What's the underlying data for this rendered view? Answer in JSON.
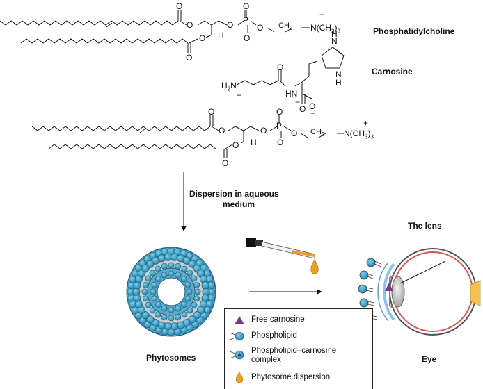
{
  "labels": {
    "phosphatidylcholine": "Phosphatidylcholine",
    "carnosine": "Carnosine",
    "step_line1": "Dispersion in aqueous",
    "step_line2": "medium",
    "phytosomes": "Phytosomes",
    "eye": "Eye",
    "the_lens": "The lens"
  },
  "chem": {
    "o": "O",
    "p": "P",
    "h": "H",
    "n": "N",
    "nh": "H",
    "plus": "+",
    "minus": "−",
    "trimethylammonium": "N(CH3)3",
    "ch2": "CH2",
    "h2n": "H2N",
    "hn": "HN"
  },
  "legend": {
    "items": [
      {
        "label": "Free carnosine",
        "icon": "triangle-icon"
      },
      {
        "label": "Phospholipid",
        "icon": "phospholipid-icon"
      },
      {
        "label": "Phospholipid–carnosine",
        "label2": "complex",
        "icon": "complex-icon"
      },
      {
        "label": "Phytosome dispersion",
        "icon": "drop-icon"
      }
    ]
  },
  "colors": {
    "lipid_head": "#3a9fc6",
    "lipid_head_dark": "#236f8c",
    "carnosine_triangle": "#7a3a8a",
    "drop": "#f0a020",
    "eye_red": "#d9534f",
    "eye_blue": "#8fc3e8"
  }
}
